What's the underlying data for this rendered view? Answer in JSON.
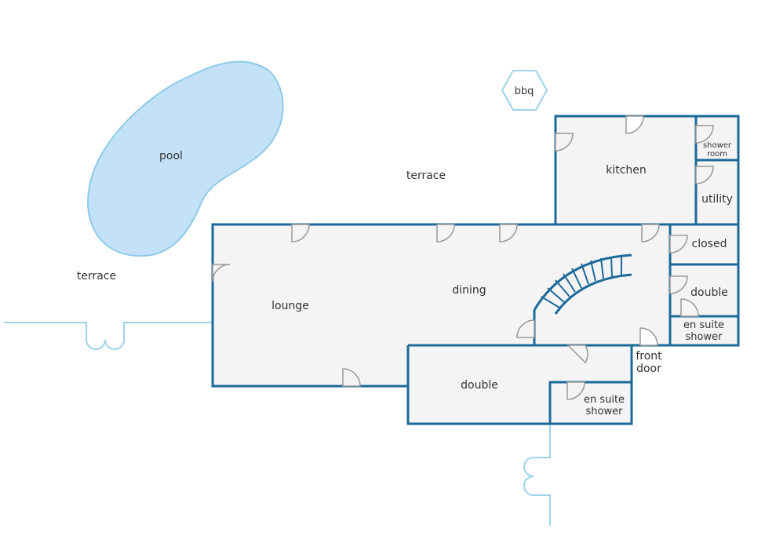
{
  "colors": {
    "wall": "#1b6a9a",
    "floor": "#f4f4f4",
    "pool_fill": "#c4e2f7",
    "pool_stroke": "#8ecae9",
    "fence": "#9ed3ee",
    "door": "#9a9a9a",
    "label": "#333333"
  },
  "labels": {
    "pool": "pool",
    "bbq": "bbq",
    "terrace_top": "terrace",
    "terrace_left": "terrace",
    "kitchen": "kitchen",
    "shower_room_1": "shower",
    "shower_room_2": "room",
    "utility": "utility",
    "closed": "closed",
    "double_right": "double",
    "en_suite_right_1": "en suite",
    "en_suite_right_2": "shower",
    "lounge": "lounge",
    "dining": "dining",
    "front_door_1": "front",
    "front_door_2": "door",
    "double_bottom": "double",
    "en_suite_bottom_1": "en suite",
    "en_suite_bottom_2": "shower"
  }
}
